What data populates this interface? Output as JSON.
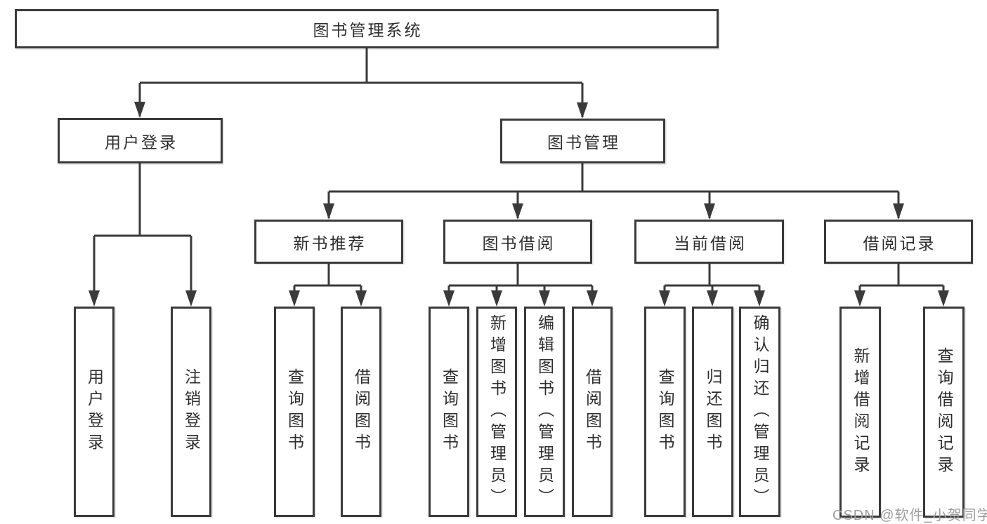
{
  "colors": {
    "line": "#3a3a3a",
    "box_border": "#3a3a3a",
    "box_background": "#ffffff",
    "text": "#2e2e2e",
    "watermark": "#9d9d9d",
    "page_background": "#ffffff"
  },
  "watermark": {
    "text": "CSDN @软件_小贺同学"
  },
  "tree": {
    "root": {
      "label": "图书管理系统",
      "children": [
        {
          "label": "用户登录",
          "children": [
            {
              "label": "用户登录"
            },
            {
              "label": "注销登录"
            }
          ]
        },
        {
          "label": "图书管理",
          "children": [
            {
              "label": "新书推荐",
              "children": [
                {
                  "label": "查询图书"
                },
                {
                  "label": "借阅图书"
                }
              ]
            },
            {
              "label": "图书借阅",
              "children": [
                {
                  "label": "查询图书"
                },
                {
                  "label": "新增图书（管理员）"
                },
                {
                  "label": "编辑图书（管理员）"
                },
                {
                  "label": "借阅图书"
                }
              ]
            },
            {
              "label": "当前借阅",
              "children": [
                {
                  "label": "查询图书"
                },
                {
                  "label": "归还图书"
                },
                {
                  "label": "确认归还（管理员）"
                }
              ]
            },
            {
              "label": "借阅记录",
              "children": [
                {
                  "label": "新增借阅记录"
                },
                {
                  "label": "查询借阅记录"
                }
              ]
            }
          ]
        }
      ]
    }
  }
}
